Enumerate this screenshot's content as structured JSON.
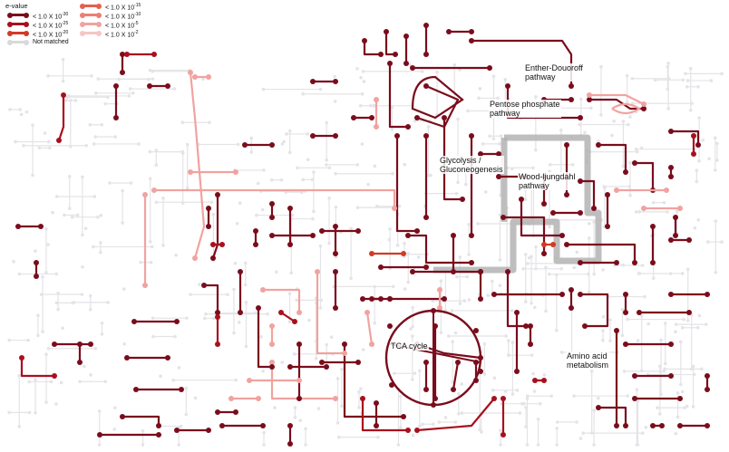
{
  "legend": {
    "title": "e-value",
    "items": [
      {
        "label": "< 1.0 X 10",
        "exp": "-30",
        "color": "#7a0c1c"
      },
      {
        "label": "< 1.0 X 10",
        "exp": "-25",
        "color": "#a8101e"
      },
      {
        "label": "< 1.0 X 10",
        "exp": "-20",
        "color": "#d23a26"
      },
      {
        "label": "< 1.0 X 10",
        "exp": "-15",
        "color": "#e5604f"
      },
      {
        "label": "< 1.0 X 10",
        "exp": "-10",
        "color": "#ec7f73"
      },
      {
        "label": "< 1.0 X 10",
        "exp": "-5",
        "color": "#f0a3a0"
      },
      {
        "label": "< 1.0 X 10",
        "exp": "-2",
        "color": "#f5c6c4"
      }
    ],
    "not_matched": {
      "label": "Not matched",
      "color": "#d9d9dc"
    }
  },
  "pathways": {
    "enther_douoroff": "Enther-Douoroff\npathway",
    "pentose_phosphate": "Pentose phosphate\npathway",
    "glycolysis": "Glycolysis /\nGluconeogenesis",
    "wood_ljungdahl": "Wood-ljungdahl\npathway",
    "tca_cycle": "TCA cycle",
    "amino_acid": "Amino acid\nmetabolism"
  },
  "colors": {
    "background_network": "#e4e4e8",
    "highlight_module": "#b3b3b3"
  }
}
